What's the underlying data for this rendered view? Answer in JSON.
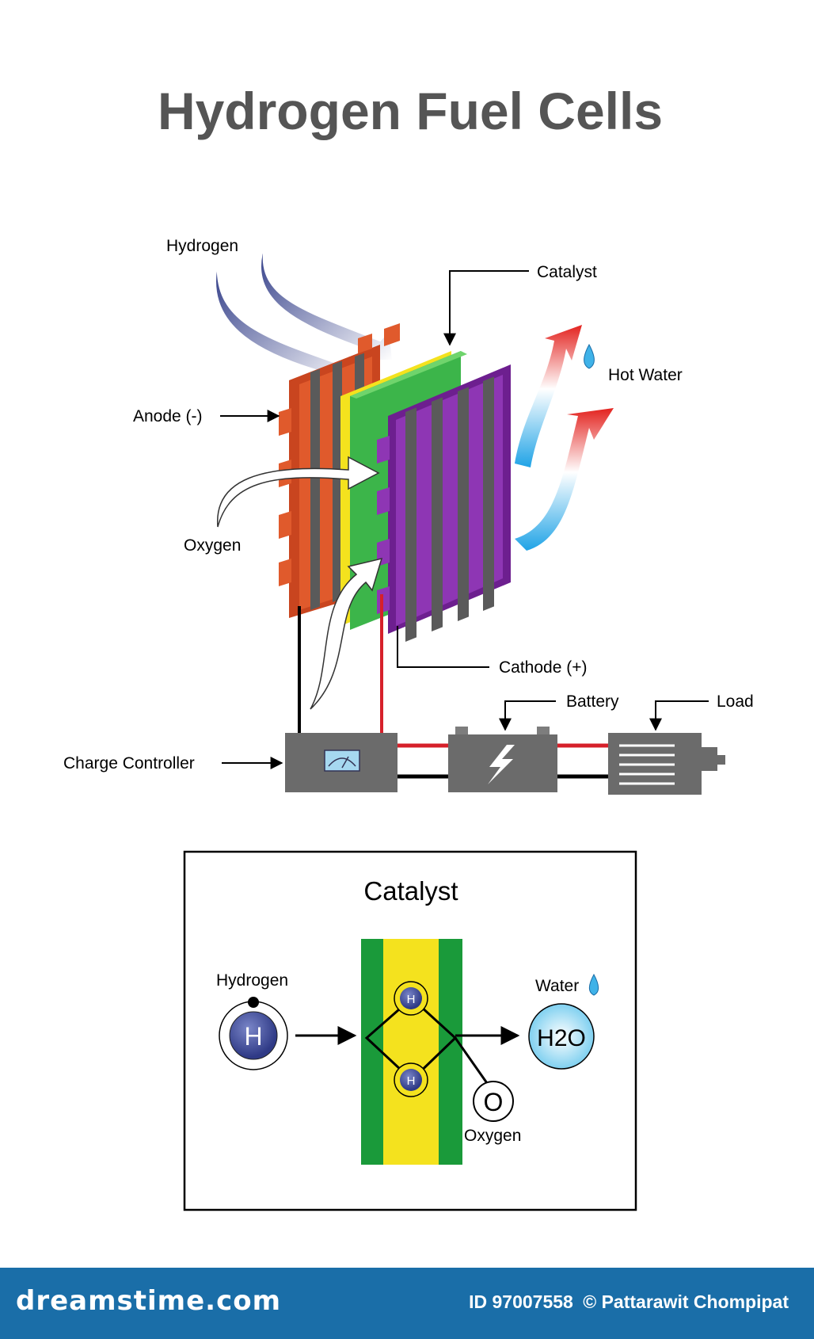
{
  "title": "Hydrogen Fuel Cells",
  "labels": {
    "hydrogen": "Hydrogen",
    "catalyst": "Catalyst",
    "hot_water": "Hot Water",
    "anode": "Anode (-)",
    "oxygen": "Oxygen",
    "cathode": "Cathode (+)",
    "battery": "Battery",
    "load": "Load",
    "charge_controller": "Charge Controller"
  },
  "inset": {
    "title": "Catalyst",
    "hydrogen": "Hydrogen",
    "water": "Water",
    "oxygen": "Oxygen",
    "h_atom": "H",
    "h_small": "H",
    "o_atom": "O",
    "h2o": "H2O"
  },
  "footer": {
    "site": "dreamstime.com",
    "id": "ID 97007558",
    "credit": "© Pattarawit Chompipat"
  },
  "colors": {
    "anode": "#d9542a",
    "membrane_green": "#3cb54a",
    "catalyst_yellow": "#f4e21e",
    "cathode": "#7b2a9c",
    "slats": "#5a5a5a",
    "device_grey": "#6b6b6b",
    "hydrogen_arrow": "#3f4f9b",
    "hot_red": "#e3231f",
    "cool_blue": "#2aa6e0",
    "wire_red": "#d6202a",
    "footer_bg": "#1a6ea8"
  }
}
